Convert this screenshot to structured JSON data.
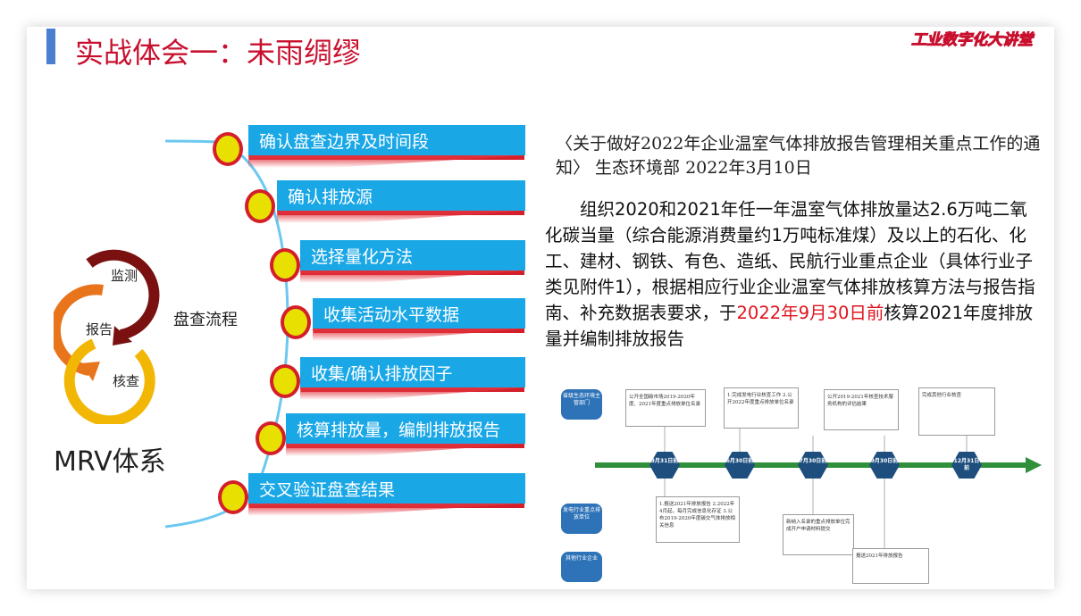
{
  "slide": {
    "title": "实战体会一：未雨绸缪",
    "watermark": "工业数字化大讲堂"
  },
  "mrv": {
    "items": [
      "监测",
      "报告",
      "核查"
    ],
    "system_label": "MRV体系",
    "process_label": "盘查流程",
    "colors": {
      "monitor": "#7a1010",
      "report": "#e8741c",
      "verify": "#f2b705"
    }
  },
  "process_steps": [
    "确认盘查边界及时间段",
    "确认排放源",
    "选择量化方法",
    "收集活动水平数据",
    "收集/确认排放因子",
    "核算排放量，编制排放报告",
    "交叉验证盘查结果"
  ],
  "notice": {
    "title": "〈关于做好2022年企业温室气体排放报告管理相关重点工作的通知〉 生态环境部 2022年3月10日",
    "body_pre": "组织2020和2021年任一年温室气体排放量达2.6万吨二氧化碳当量（综合能源消费量约1万吨标准煤）及以上的石化、化工、建材、钢铁、有色、造纸、民航行业重点企业（具体行业子类见附件1），根据相应行业企业温室气体排放核算方法与报告指南、补充数据表要求，于",
    "body_highlight": "2022年9月30日前",
    "body_post": "核算2021年度排放量并编制排放报告",
    "highlight_color": "#e0141e"
  },
  "timeline": {
    "actors": [
      "省级生态环境主管部门",
      "发电行业重点排放单位",
      "其他行业企业"
    ],
    "milestones": [
      "3月31日前",
      "6月30日前",
      "7月30日前",
      "9月30日前",
      "12月31日前"
    ],
    "top_notes": [
      "公开全国碳市场2019-2020年度、2021年度重点排放单位名录",
      "1.完成发电行业核查工作 2.公开2022年度重点排放单位名录",
      "公开2019-2021年核查技术服务机构的评估结果",
      "完成其他行业核查"
    ],
    "bottom_notes": [
      "1.报送2021年排放报告 2.2022年4月起，每月完成信息化存证 3.公布2019-2020年度碳交气体排放相关信息",
      "新纳入名录的重点排放单位完成开户申请材料提交",
      "报送2021年排放报告"
    ]
  }
}
